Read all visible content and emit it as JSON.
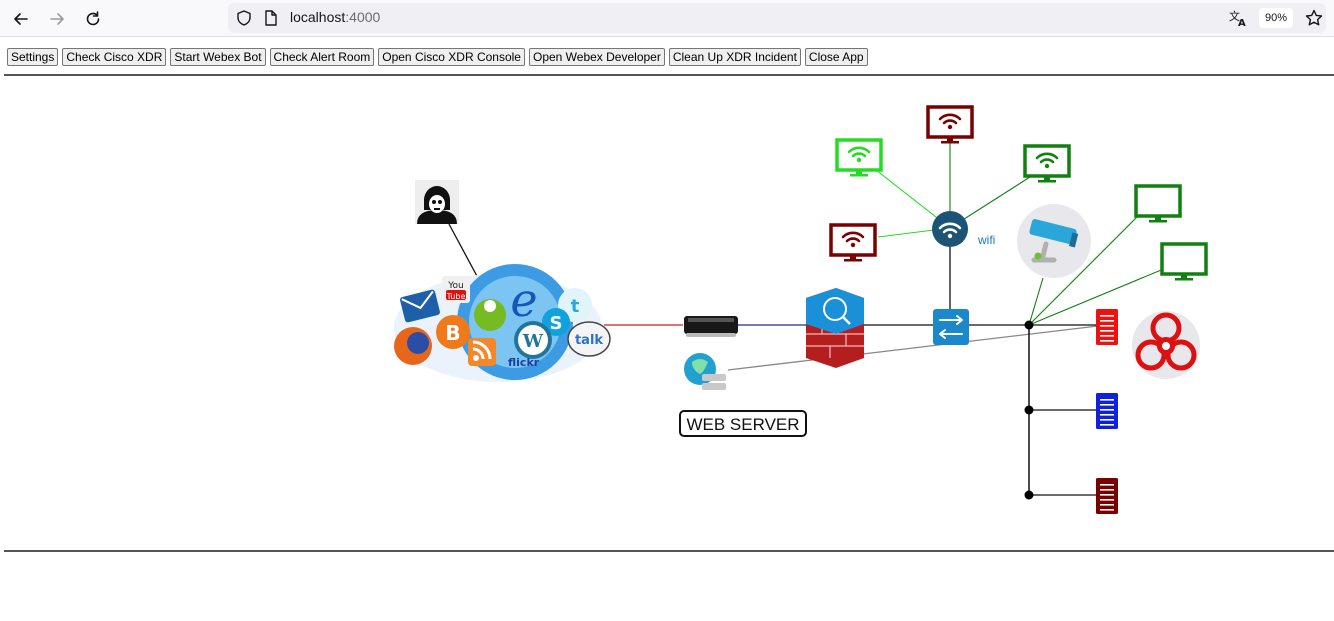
{
  "browser": {
    "url_host": "localhost",
    "url_port": ":4000",
    "zoom": "90%"
  },
  "toolbar": {
    "buttons": [
      "Settings",
      "Check Cisco XDR",
      "Start Webex Bot",
      "Check Alert Room",
      "Open Cisco XDR Console",
      "Open Webex Developer",
      "Clean Up XDR Incident",
      "Close App"
    ]
  },
  "diagram": {
    "web_server_label": "WEB SERVER",
    "wifi_label": "wifi",
    "internet_logos": [
      "You Tube",
      "flickr",
      "talk"
    ]
  },
  "colors": {
    "bright_green": "#22dd22",
    "green": "#108010",
    "dark_red": "#7a0000",
    "red": "#ee1111",
    "blue": "#1020dd",
    "cisco_blue": "#1088c8",
    "wifi_navy": "#1c5478"
  }
}
